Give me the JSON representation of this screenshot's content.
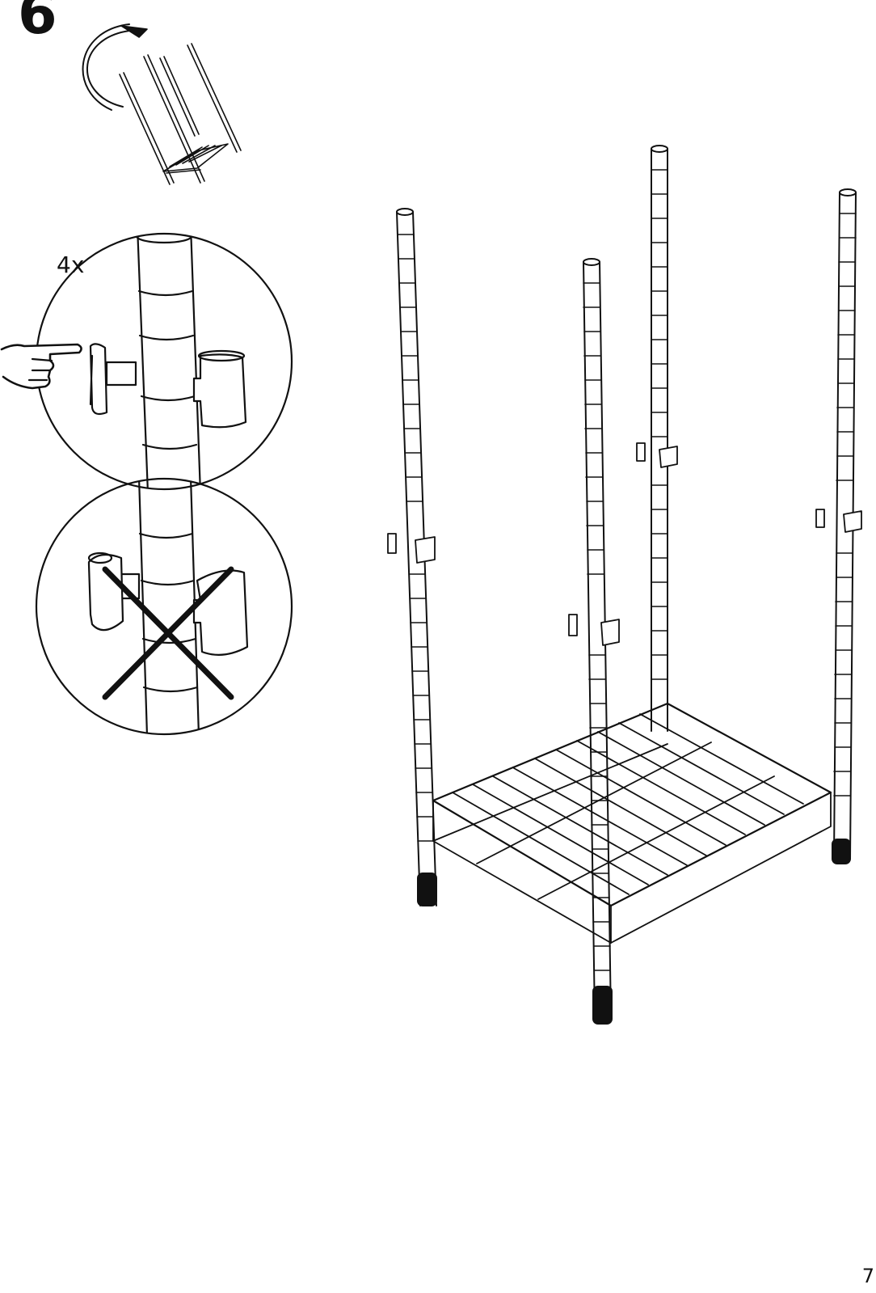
{
  "step": {
    "number": "6"
  },
  "detail": {
    "quantity": "4x"
  },
  "page": {
    "number": "7"
  },
  "icons": {
    "rotate": "curved-arrow-icon",
    "hand": "pointing-hand-icon",
    "wrong": "cross-icon"
  }
}
